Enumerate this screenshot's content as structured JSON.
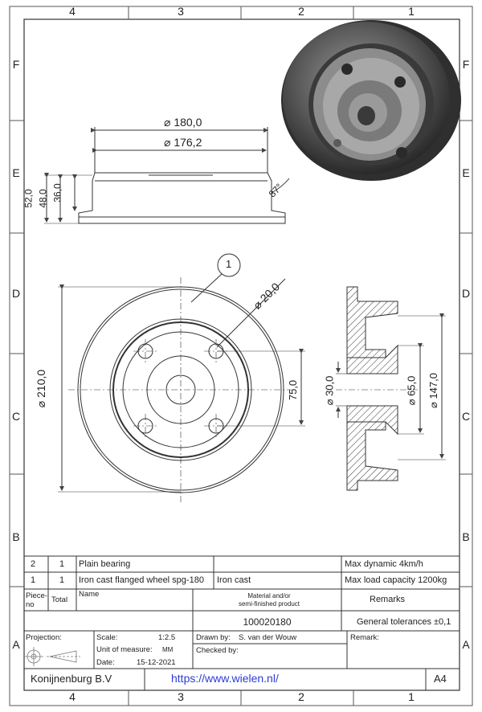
{
  "zones": {
    "columns": [
      "4",
      "3",
      "2",
      "1"
    ],
    "rows": [
      "F",
      "E",
      "D",
      "C",
      "B",
      "A"
    ]
  },
  "dimensions": {
    "top_view": {
      "outer_diameter": "180,0",
      "inner_diameter": "176,2",
      "height_1": "52,0",
      "height_2": "48,0",
      "height_3": "36,0",
      "angle": "87°"
    },
    "front_view": {
      "diameter_total": "210,0",
      "hole_diameter": "20,0",
      "bolt_spacing": "75,0",
      "balloon": "1"
    },
    "section_view": {
      "bore": "30,0",
      "hub": "65,0",
      "pitch": "147,0"
    }
  },
  "bom": [
    {
      "piece": "2",
      "total": "1",
      "name": "Plain bearing",
      "material": "",
      "remarks": "Max dynamic 4km/h"
    },
    {
      "piece": "1",
      "total": "1",
      "name": "Iron cast flanged wheel spg-180",
      "material": "Iron cast",
      "remarks": "Max load capacity 1200kg"
    }
  ],
  "bom_header": {
    "piece_no": "Piece-\nno",
    "total": "Total",
    "name": "Name",
    "material": "Material and/or\nsemi-finished product",
    "remarks": "Remarks"
  },
  "title_block": {
    "part_number": "100020180",
    "general_tolerances": "General tolerances ±0,1",
    "projection_label": "Projection:",
    "scale_label": "Scale:",
    "scale_value": "1:2.5",
    "unit_label": "Unit of measure:",
    "unit_value": "MM",
    "date_label": "Date:",
    "date_value": "15-12-2021",
    "drawn_by_label": "Drawn by:",
    "drawn_by_value": "S. van der Wouw",
    "checked_by_label": "Checked by:",
    "remark_label": "Remark:",
    "company": "Konijnenburg B.V",
    "url": "https://www.wielen.nl/",
    "sheet_size": "A4"
  },
  "colors": {
    "line": "#333333",
    "url": "#2d3bd6"
  }
}
